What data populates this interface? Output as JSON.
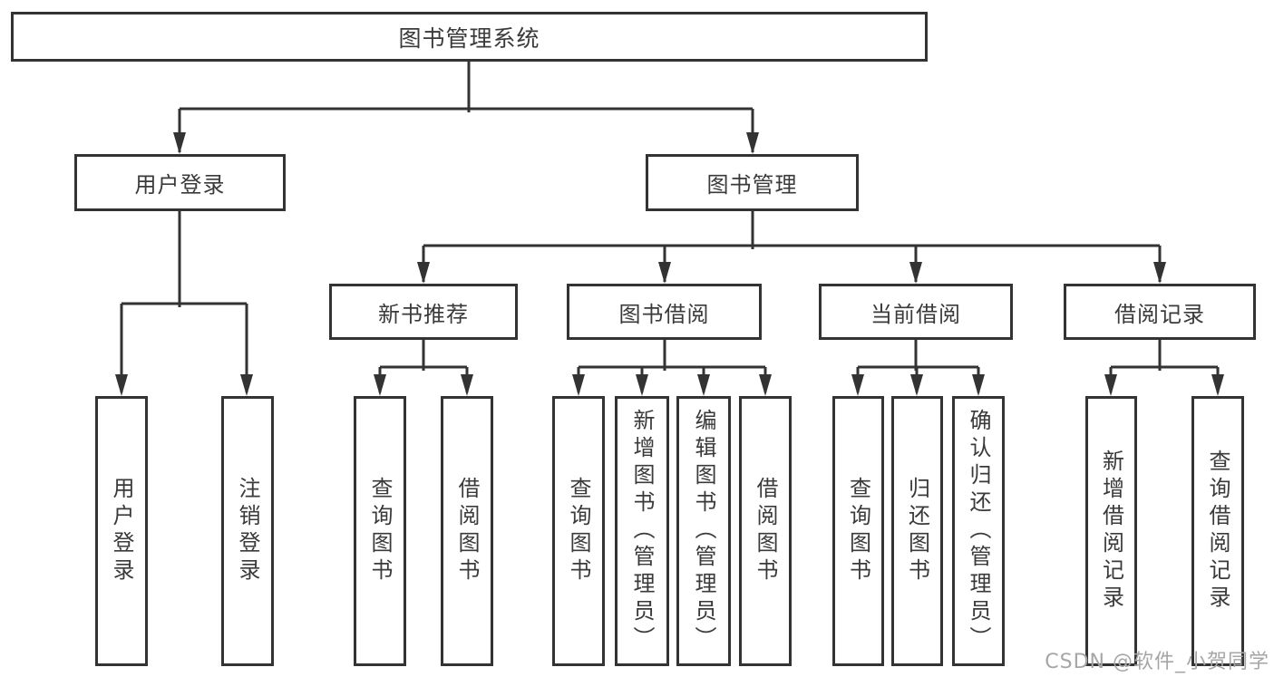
{
  "diagram": {
    "root": {
      "label": "图书管理系统"
    },
    "branches": [
      {
        "label": "用户登录",
        "children": [
          {
            "label": "用户登录"
          },
          {
            "label": "注销登录"
          }
        ]
      },
      {
        "label": "图书管理",
        "sections": [
          {
            "label": "新书推荐",
            "children": [
              {
                "label": "查询图书"
              },
              {
                "label": "借阅图书"
              }
            ]
          },
          {
            "label": "图书借阅",
            "children": [
              {
                "label": "查询图书"
              },
              {
                "label": "新增图书（管理员）"
              },
              {
                "label": "编辑图书（管理员）"
              },
              {
                "label": "借阅图书"
              }
            ]
          },
          {
            "label": "当前借阅",
            "children": [
              {
                "label": "查询图书"
              },
              {
                "label": "归还图书"
              },
              {
                "label": "确认归还（管理员）"
              }
            ]
          },
          {
            "label": "借阅记录",
            "children": [
              {
                "label": "新增借阅记录"
              },
              {
                "label": "查询借阅记录"
              }
            ]
          }
        ]
      }
    ]
  },
  "watermark": {
    "text": "CSDN @软件_小贺同学"
  },
  "colors": {
    "line": "#333333",
    "text": "#3a3a3a",
    "watermark": "#a6a6a6",
    "background": "#ffffff"
  }
}
